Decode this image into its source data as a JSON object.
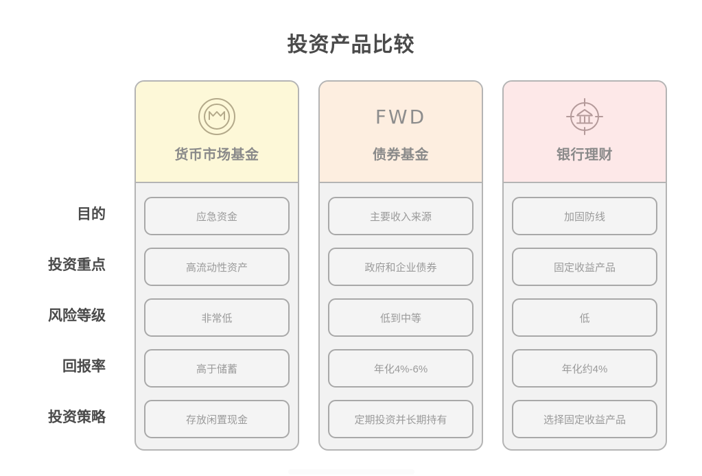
{
  "page": {
    "title": "投资产品比较",
    "background": "#ffffff",
    "title_color": "#4a4a4a"
  },
  "row_labels": [
    "目的",
    "投资重点",
    "风险等级",
    "回报率",
    "投资策略"
  ],
  "columns": [
    {
      "name": "货币市场基金",
      "logo_type": "coin-m-icon",
      "logo_text": "",
      "header_color": "#fdf8d8",
      "cells": [
        "应急资金",
        "高流动性资产",
        "非常低",
        "高于储蓄",
        "存放闲置现金"
      ]
    },
    {
      "name": "债券基金",
      "logo_type": "fwd-wordmark",
      "logo_text": "FWD",
      "header_color": "#fdeee0",
      "cells": [
        "主要收入来源",
        "政府和企业债券",
        "低到中等",
        "年化4%-6%",
        "定期投资并长期持有"
      ]
    },
    {
      "name": "银行理财",
      "logo_type": "bank-target-icon",
      "logo_text": "",
      "header_color": "#fde8e8",
      "cells": [
        "加固防线",
        "固定收益产品",
        "低",
        "年化约4%",
        "选择固定收益产品"
      ]
    }
  ],
  "styles": {
    "card_border": "#b4b4b4",
    "card_body": "#f2f2f2",
    "cell_border": "#a8a8a8",
    "cell_fill": "#f4f4f4",
    "cell_text": "#9a9a9a",
    "label_text": "#4a4a4a",
    "col_name_text": "#8a8a8a",
    "icon_stroke": "#b3a98a"
  }
}
